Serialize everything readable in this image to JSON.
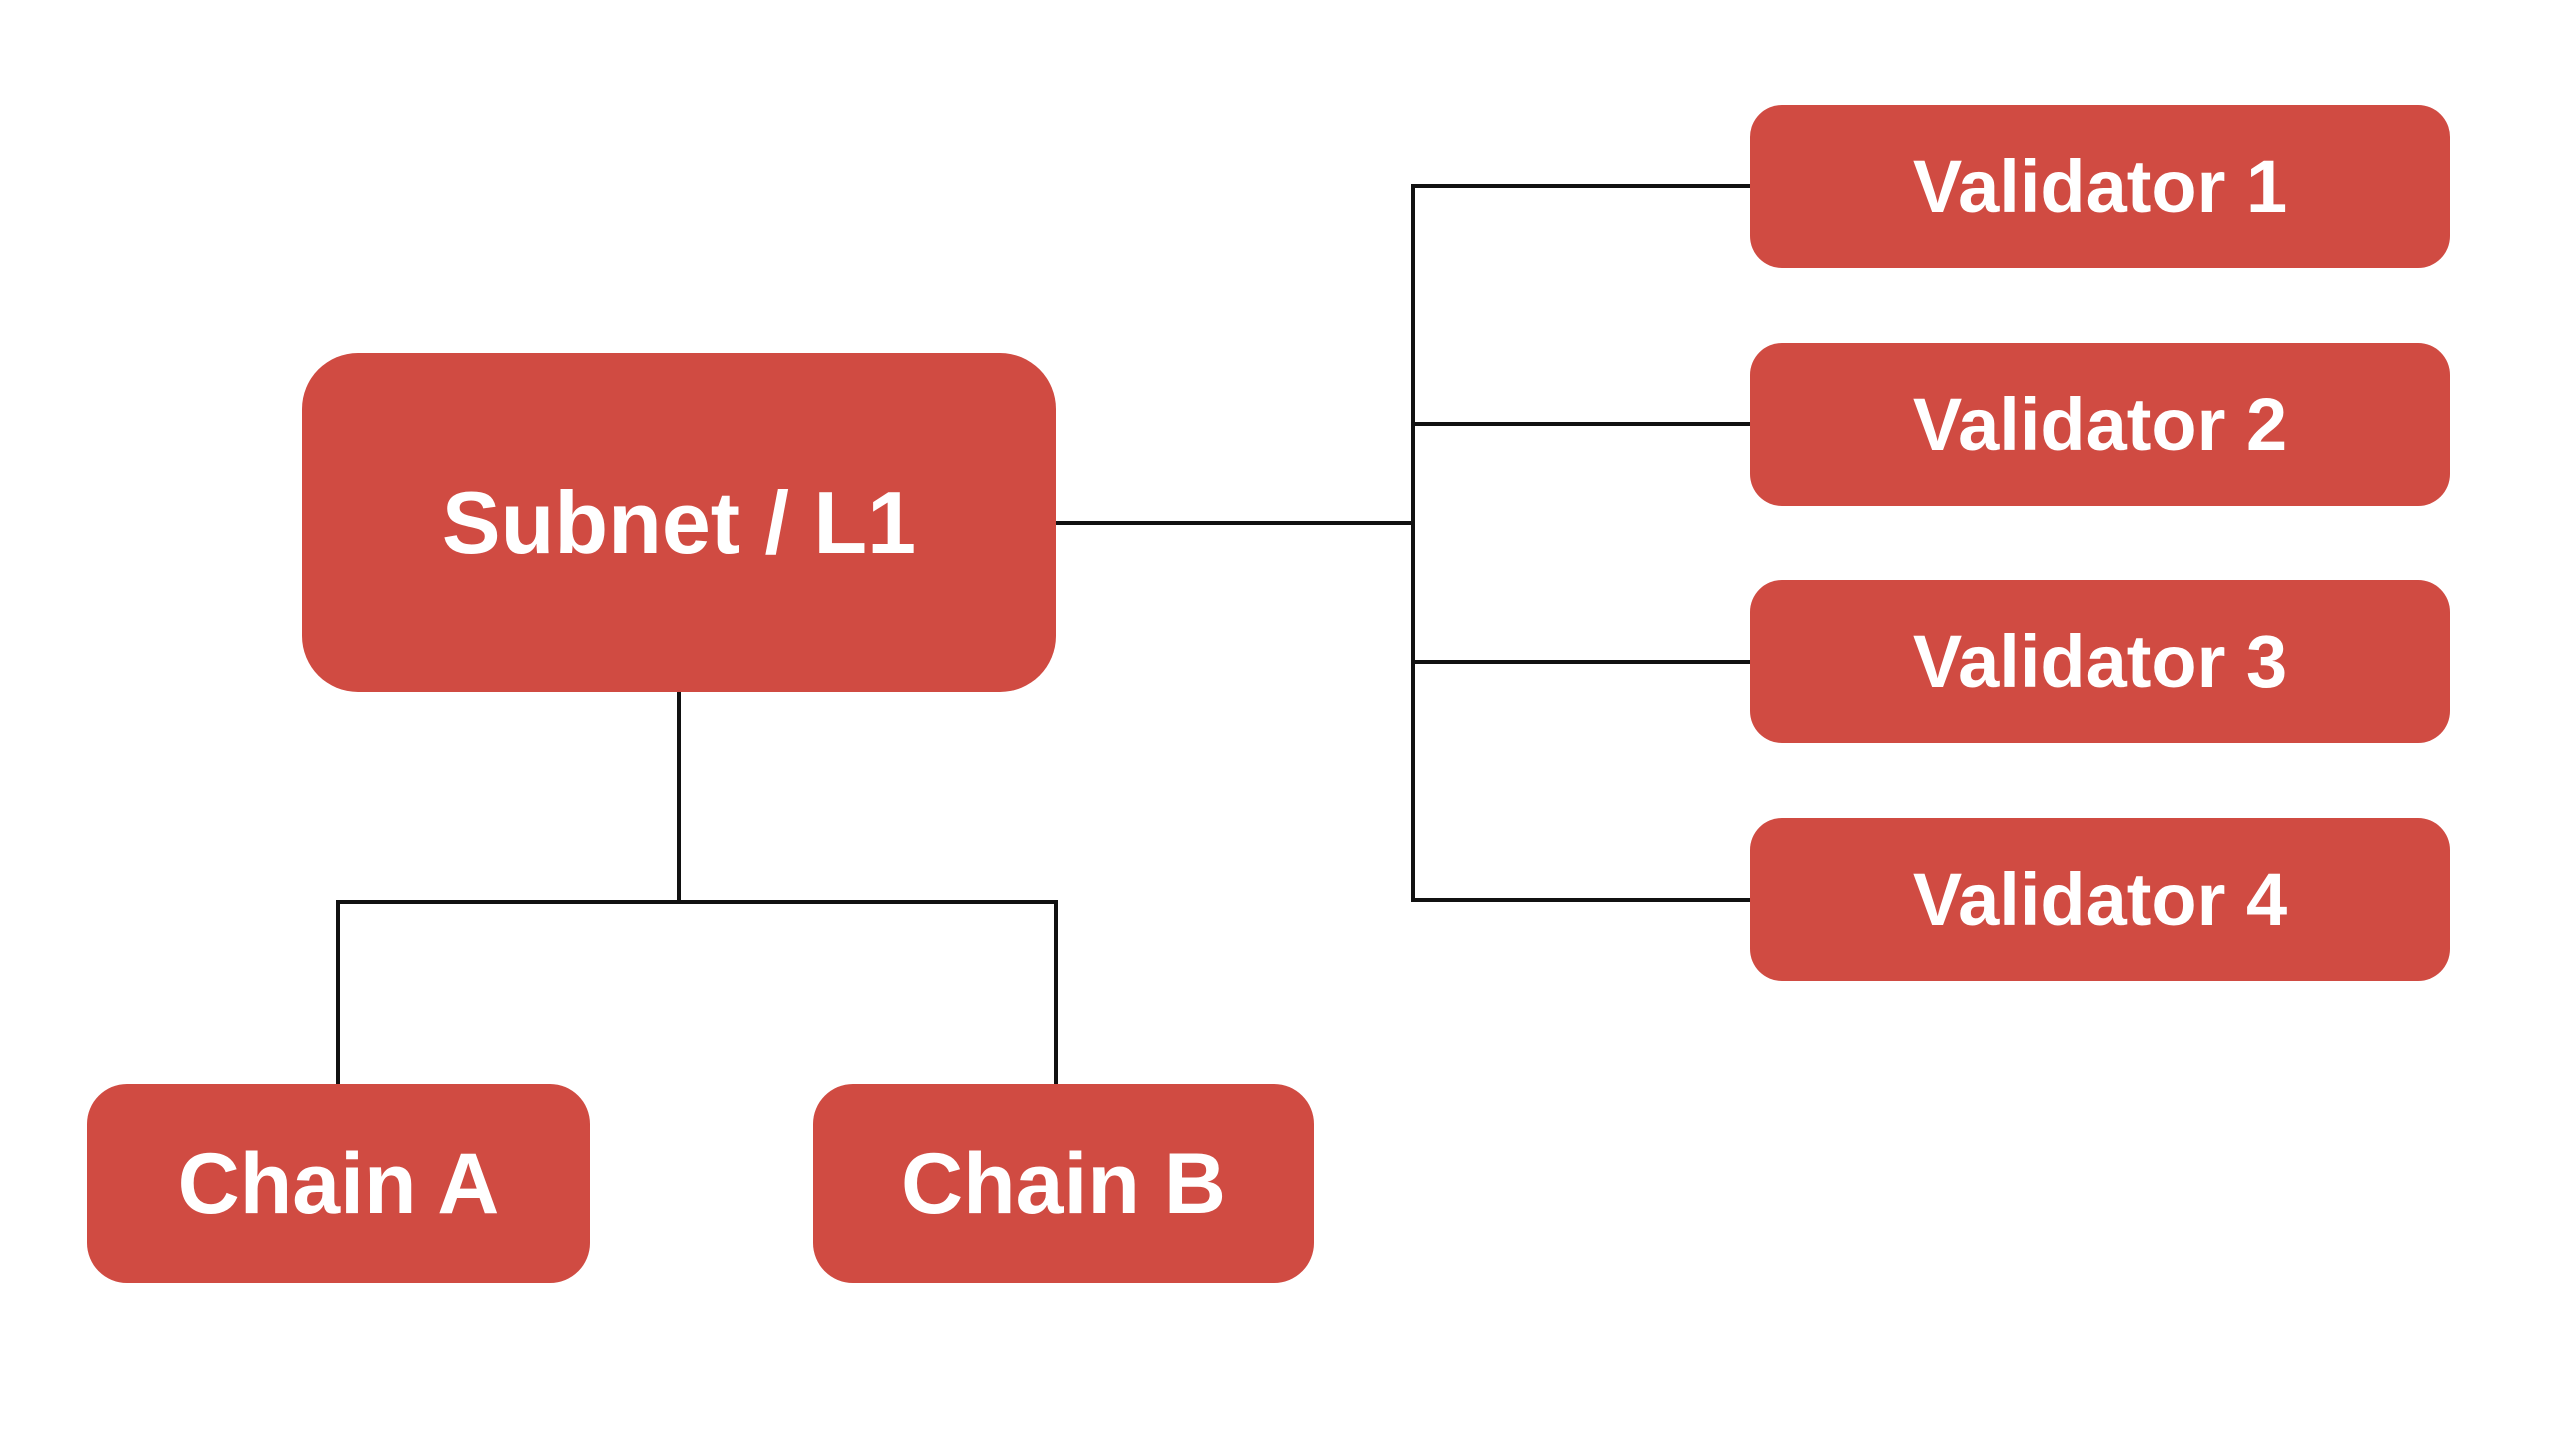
{
  "diagram": {
    "nodes": {
      "subnet": {
        "label": "Subnet / L1"
      },
      "validators": [
        {
          "label": "Validator 1"
        },
        {
          "label": "Validator 2"
        },
        {
          "label": "Validator 3"
        },
        {
          "label": "Validator 4"
        }
      ],
      "chains": [
        {
          "label": "Chain A"
        },
        {
          "label": "Chain B"
        }
      ]
    },
    "colors": {
      "background": "#ffffff",
      "node_fill": "#d04b42",
      "node_text": "#ffffff",
      "connector": "#111111"
    }
  }
}
